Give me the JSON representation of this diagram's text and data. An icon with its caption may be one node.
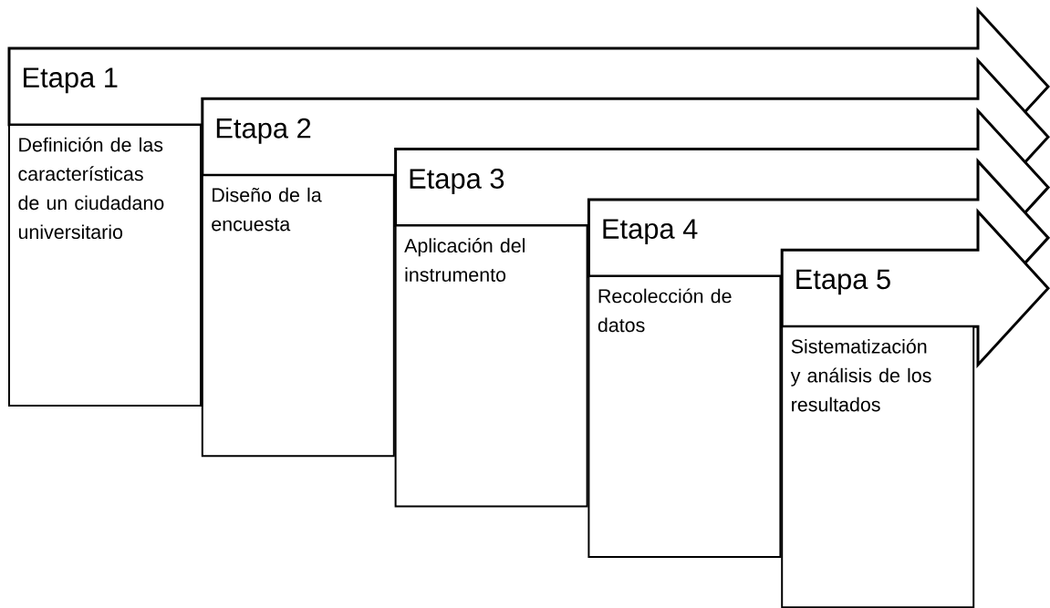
{
  "diagram": {
    "nodes": [
      {
        "text": [
          "Etapa 1"
        ]
      },
      {
        "text": [
          "Definición de las características de un ciudadano universitario"
        ]
      },
      {
        "text": [
          "Etapa 2"
        ]
      },
      {
        "text": [
          "Diseño de la encuesta"
        ]
      },
      {
        "text": [
          "Etapa 3"
        ]
      },
      {
        "text": [
          "Aplicación del instrumento"
        ]
      },
      {
        "text": [
          "Etapa 4"
        ]
      },
      {
        "text": [
          "Recolección de datos"
        ]
      },
      {
        "text": [
          "Etapa 5"
        ]
      },
      {
        "text": [
          "Sistematización y análisis de los resultados"
        ]
      }
    ]
  }
}
